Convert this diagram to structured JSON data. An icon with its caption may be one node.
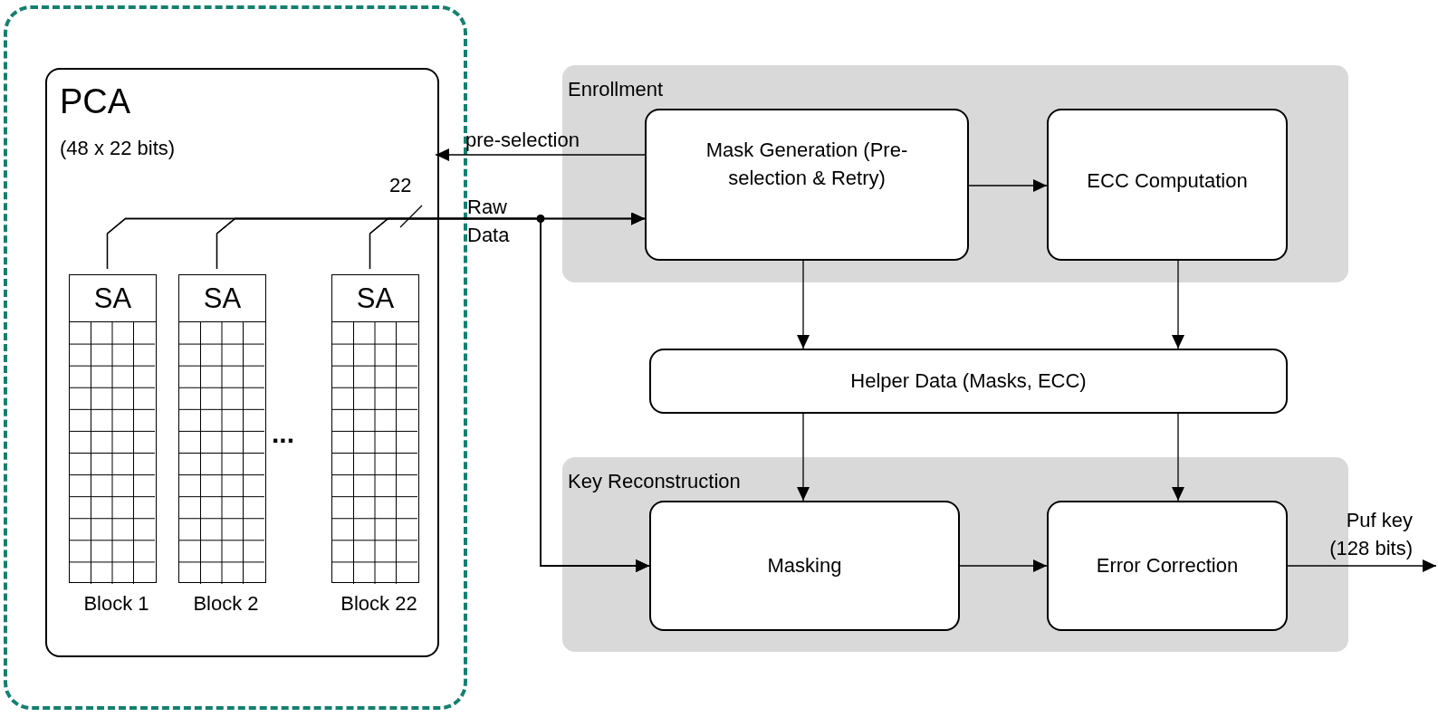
{
  "diagram": {
    "nodes": [
      {
        "text": [],
        "shape": "box"
      },
      {
        "text": [
          "PCA",
          "(48 x 22 bits)"
        ],
        "in": 0
      },
      {
        "text": [
          "SA"
        ],
        "in": 1,
        "beside": [
          "Block 1"
        ]
      },
      {
        "text": [
          "SA"
        ],
        "in": 1,
        "beside": [
          "Block 2"
        ]
      },
      {
        "text": [
          "SA"
        ],
        "in": 1,
        "beside": [
          "Block 22"
        ]
      },
      {
        "text": [
          "Enrollment"
        ]
      },
      {
        "text": [
          "Mask Generation (Pre-selection & Retry)"
        ],
        "in": 5
      },
      {
        "text": [
          "ECC Computation"
        ],
        "in": 5
      },
      {
        "text": [
          "Helper Data (Masks, ECC)"
        ]
      },
      {
        "text": [
          "Key Reconstruction"
        ]
      },
      {
        "text": [
          "Masking"
        ],
        "in": 9
      },
      {
        "text": [
          "Error Correction"
        ],
        "in": 9
      }
    ],
    "edges": [
      {
        "from": 6,
        "to": 1,
        "arrow": "to",
        "label": "pre-selection"
      },
      {
        "from": 2,
        "to": 6,
        "arrow": "to",
        "label": "Raw Data"
      },
      {
        "from": 3,
        "to": 6,
        "arrow": "to"
      },
      {
        "from": 4,
        "to": 6,
        "arrow": "to"
      },
      {
        "from": 2,
        "to": 10,
        "arrow": "to"
      },
      {
        "from": 3,
        "to": 10,
        "arrow": "to"
      },
      {
        "from": 4,
        "to": 10,
        "arrow": "to"
      },
      {
        "from": 6,
        "to": 7,
        "arrow": "to"
      },
      {
        "from": 6,
        "to": 8,
        "arrow": "to"
      },
      {
        "from": 7,
        "to": 8,
        "arrow": "to"
      },
      {
        "from": 8,
        "to": 10,
        "arrow": "to"
      },
      {
        "from": 8,
        "to": 11,
        "arrow": "to"
      },
      {
        "from": 10,
        "to": 11,
        "arrow": "to"
      },
      {
        "from": 11,
        "to": null,
        "arrow": "to",
        "label": "Puf key (128 bits)"
      }
    ],
    "labels": [
      "22",
      "..."
    ]
  }
}
